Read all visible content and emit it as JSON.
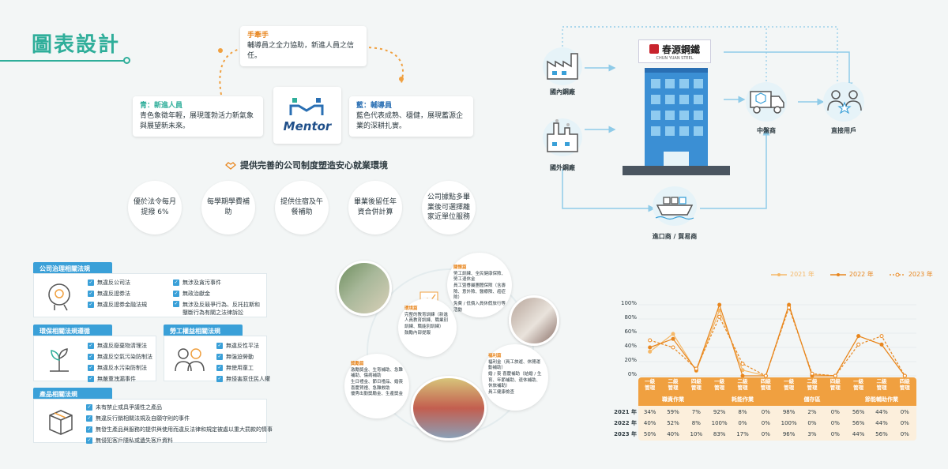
{
  "title": "圖表設計",
  "mentor": {
    "logo_text": "Mentor",
    "handy": {
      "head": "手牽手",
      "body": "輔導員之全力協助，新進人員之信任。"
    },
    "green": {
      "head": "青：新進人員",
      "body": "青色象徵年輕，展現蓬勃活力新氣象與展望新未來。"
    },
    "blue": {
      "head": "藍：輔導員",
      "body": "藍色代表成熟、穩健，展現蓄源企業的深耕扎實。"
    }
  },
  "env": {
    "heading": "提供完善的公司制度塑造安心就業環境",
    "items": [
      "優於法令每月提撥 6%",
      "每學期學費補助",
      "提供住宿及午餐補助",
      "畢業後留任年資合併計算",
      "公司據點多畢業後可選擇離家近單位服務"
    ]
  },
  "laws": {
    "corp": {
      "title": "公司治理相關法規",
      "left": [
        "無違反公司法",
        "無違反證券法",
        "無違反證券金融法規"
      ],
      "right": [
        "無涉及貪污事件",
        "無政治獻金",
        "無涉及反競爭行為、反托拉斯和壟斷行為有關之法律訴訟"
      ]
    },
    "env": {
      "title": "環保相關法規遵循",
      "items": [
        "無違反廢棄物清理法",
        "無違反空氣污染防制法",
        "無違反水污染防制法",
        "無嚴重洩漏事件"
      ]
    },
    "labor": {
      "title": "勞工權益相關法規",
      "items": [
        "無違反性平法",
        "無強迫勞動",
        "無使用童工",
        "無侵害原住民人權"
      ]
    },
    "product": {
      "title": "產品相關法規",
      "items": [
        "未有禁止或具爭議性之產品",
        "無違反行銷相關法規及自願守則的事件",
        "無發生產品與服務的提供與使用而違反法律和規定被處以重大罰款的情事",
        "無侵犯客戶隱私或遺失客戶資料"
      ]
    }
  },
  "flow": {
    "brand": "春源鋼鐵",
    "brand_en": "CHUN YUAN STEEL",
    "domestic": "國內鋼廠",
    "foreign": "國外鋼廠",
    "middleman": "中盤商",
    "enduser": "直接用戶",
    "importer": "進口商 / 貿易商"
  },
  "welfare": {
    "top": {
      "head": "關懷篇",
      "lines": [
        "勞工訓練、全民健康保險、勞工退休金",
        "員工暨眷屬團體保險（含壽險、意外險、醫療險、癌症險）",
        "免費 / 低價入員休假旅行等活動"
      ]
    },
    "left": {
      "head": "環境篇",
      "lines": [
        "完整的教育訓練（新進人員教育訓練、職業別訓練、職能別訓練）",
        "鼓勵內部提報"
      ]
    },
    "right": {
      "head": "福利篇",
      "lines": [
        "福利金（員工旅遊、休閒運動補助）",
        "婚 / 喪 喜慶補助（結婚 / 生育、年節補助、退休補助、休旅補助）",
        "員工健康檢查"
      ]
    },
    "bottom": {
      "head": "獎勵篇",
      "lines": [
        "激勵獎金、生育補助、急難補助、傷病補助",
        "生日禮金、節日禮品、婚喪喜慶賀禮、急難救助",
        "優秀出勤獎勵金、生產獎金"
      ]
    }
  },
  "chart_data": {
    "type": "line",
    "legend": [
      "2021 年",
      "2022 年",
      "2023 年"
    ],
    "yticks": [
      "100%",
      "80%",
      "60%",
      "40%",
      "20%",
      "0%"
    ],
    "ylim": [
      0,
      100
    ],
    "categories": [
      "一級管理",
      "二級管理",
      "四級管理",
      "一級管理",
      "二級管理",
      "四級管理",
      "一級管理",
      "二級管理",
      "四級管理",
      "一級管理",
      "二級管理",
      "四級管理"
    ],
    "groups": [
      "職責作業",
      "耗能作業",
      "儲存區",
      "節能輔助作業"
    ],
    "series": [
      {
        "name": "2021 年",
        "values": [
          34,
          59,
          7,
          92,
          8,
          0,
          98,
          2,
          0,
          56,
          44,
          0
        ]
      },
      {
        "name": "2022 年",
        "values": [
          40,
          52,
          8,
          100,
          0,
          0,
          100,
          0,
          0,
          56,
          44,
          0
        ]
      },
      {
        "name": "2023 年",
        "values": [
          50,
          40,
          10,
          83,
          17,
          0,
          96,
          3,
          0,
          44,
          56,
          0
        ]
      }
    ],
    "row_labels": [
      "2021 年",
      "2022 年",
      "2023 年"
    ],
    "table_rows": [
      [
        "34%",
        "59%",
        "7%",
        "92%",
        "8%",
        "0%",
        "98%",
        "2%",
        "0%",
        "56%",
        "44%",
        "0%"
      ],
      [
        "40%",
        "52%",
        "8%",
        "100%",
        "0%",
        "0%",
        "100%",
        "0%",
        "0%",
        "56%",
        "44%",
        "0%"
      ],
      [
        "50%",
        "40%",
        "10%",
        "83%",
        "17%",
        "0%",
        "96%",
        "3%",
        "0%",
        "44%",
        "56%",
        "0%"
      ]
    ],
    "colors": [
      "#f5b96a",
      "#e8861e",
      "#e8861e"
    ]
  }
}
